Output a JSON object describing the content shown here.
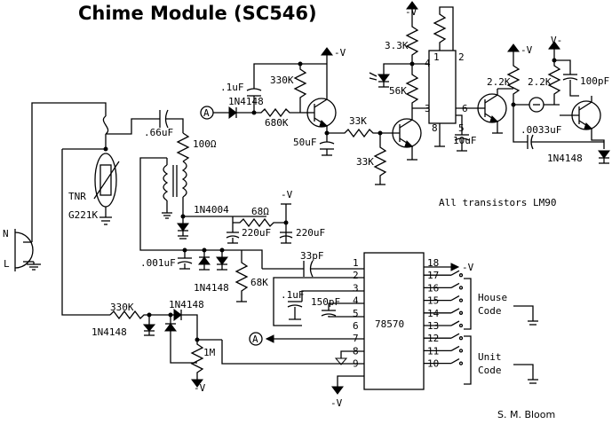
{
  "title": "Chime Module (SC546)",
  "credit": "S. M. Bloom",
  "note": "All transistors LM90",
  "ic": {
    "label": "78570",
    "left_pins": [
      "1",
      "2",
      "3",
      "4",
      "5",
      "6",
      "7",
      "8",
      "9"
    ],
    "right_pins": [
      "18",
      "17",
      "16",
      "15",
      "14",
      "13",
      "12",
      "11",
      "10"
    ]
  },
  "driver_ic": {
    "pins": [
      "1",
      "2",
      "3",
      "4",
      "5",
      "6",
      "8"
    ]
  },
  "groups": {
    "house": "House\nCode",
    "house_1": "House",
    "house_2": "Code",
    "unit_1": "Unit",
    "unit_2": "Code"
  },
  "supply": {
    "neg": "-V",
    "pos": "V-"
  },
  "nodes": {
    "a": "A"
  },
  "plug": {
    "n": "N",
    "l": "L"
  },
  "parts": {
    "tnr": "TNR",
    "tnr_part": "G221K",
    "c_66": ".66uF",
    "r_100": "100Ω",
    "d_1n4004": "1N4004",
    "r_68ohm": "68Ω",
    "c_220a": "220uF",
    "c_220b": "220uF",
    "c_001": ".001uF",
    "d_1n4148_mid": "1N4148",
    "r_68k": "68K",
    "c_33p": "33pF",
    "c_1u_ic": ".1uF",
    "c_150p": "150pF",
    "r_330k_bottom": "330K",
    "d_1n4148_bl": "1N4148",
    "d_1n4148_bm": "1N4148",
    "r_1m": "1M",
    "c_1u_top": ".1uF",
    "r_330k_top": "330K",
    "d_1n4148_top": "1N4148",
    "r_680k": "680K",
    "c_50u": "50uF",
    "r_33k_a": "33K",
    "r_33k_b": "33K",
    "r_3_3k": "3.3K",
    "r_56k": "56K",
    "c_10u": "10uF",
    "r_2_2k_a": "2.2K",
    "r_2_2k_b": "2.2K",
    "c_100p": "100pF",
    "c_0033": ".0033uF",
    "d_1n4148_right": "1N4148"
  }
}
